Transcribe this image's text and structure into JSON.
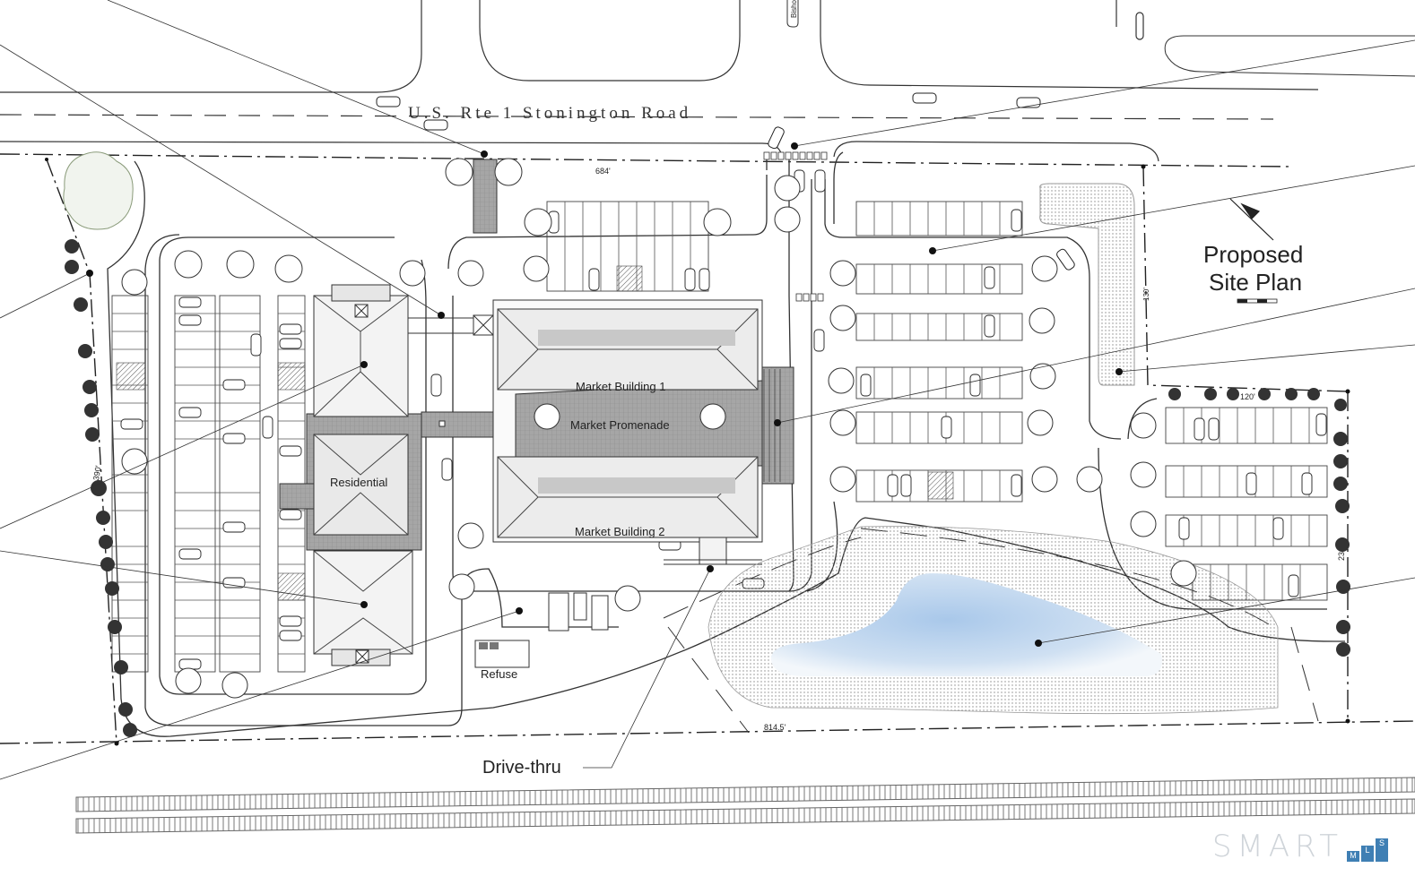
{
  "title": {
    "line1": "Proposed",
    "line2": "Site Plan"
  },
  "road": {
    "name": "U.S. Rte 1 Stonington Road",
    "side_street": "Bisho"
  },
  "buildings": {
    "market1": "Market Building 1",
    "market2": "Market Building 2",
    "promenade": "Market Promenade",
    "residential": "Residential",
    "refuse": "Refuse"
  },
  "callouts": {
    "drive_thru": "Drive-thru"
  },
  "dimensions": {
    "front": "684'",
    "rear": "814.5'",
    "left": "390'",
    "east": "230'",
    "east_top": "120'",
    "east_side": "130'"
  },
  "brand": {
    "word": "SMART",
    "sub": [
      "M",
      "L",
      "S"
    ]
  },
  "colors": {
    "pond": "#bcd6ee",
    "paving": "#9b9b9b",
    "roof": "#d9d9d9",
    "brand": "#cfd4d9",
    "brand_block": "#3f7fb4"
  }
}
